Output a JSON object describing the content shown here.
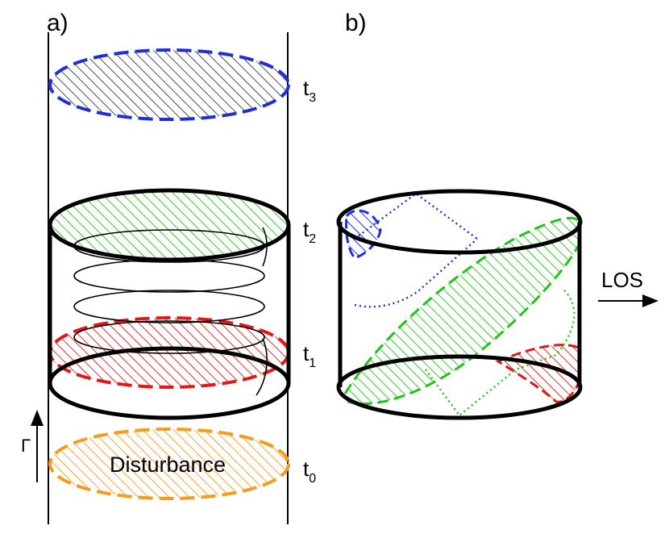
{
  "panels": {
    "a": {
      "label": "a)"
    },
    "b": {
      "label": "b)"
    }
  },
  "time_labels": [
    {
      "base": "t",
      "sub": "3"
    },
    {
      "base": "t",
      "sub": "2"
    },
    {
      "base": "t",
      "sub": "1"
    },
    {
      "base": "t",
      "sub": "0"
    }
  ],
  "disturbance_label": "Disturbance",
  "gamma_label": "Γ",
  "los_label": "LOS",
  "colors": {
    "blue": "#1f2fd6",
    "green": "#22c41a",
    "red": "#e01818",
    "orange": "#f59b1e",
    "black": "#000000"
  }
}
